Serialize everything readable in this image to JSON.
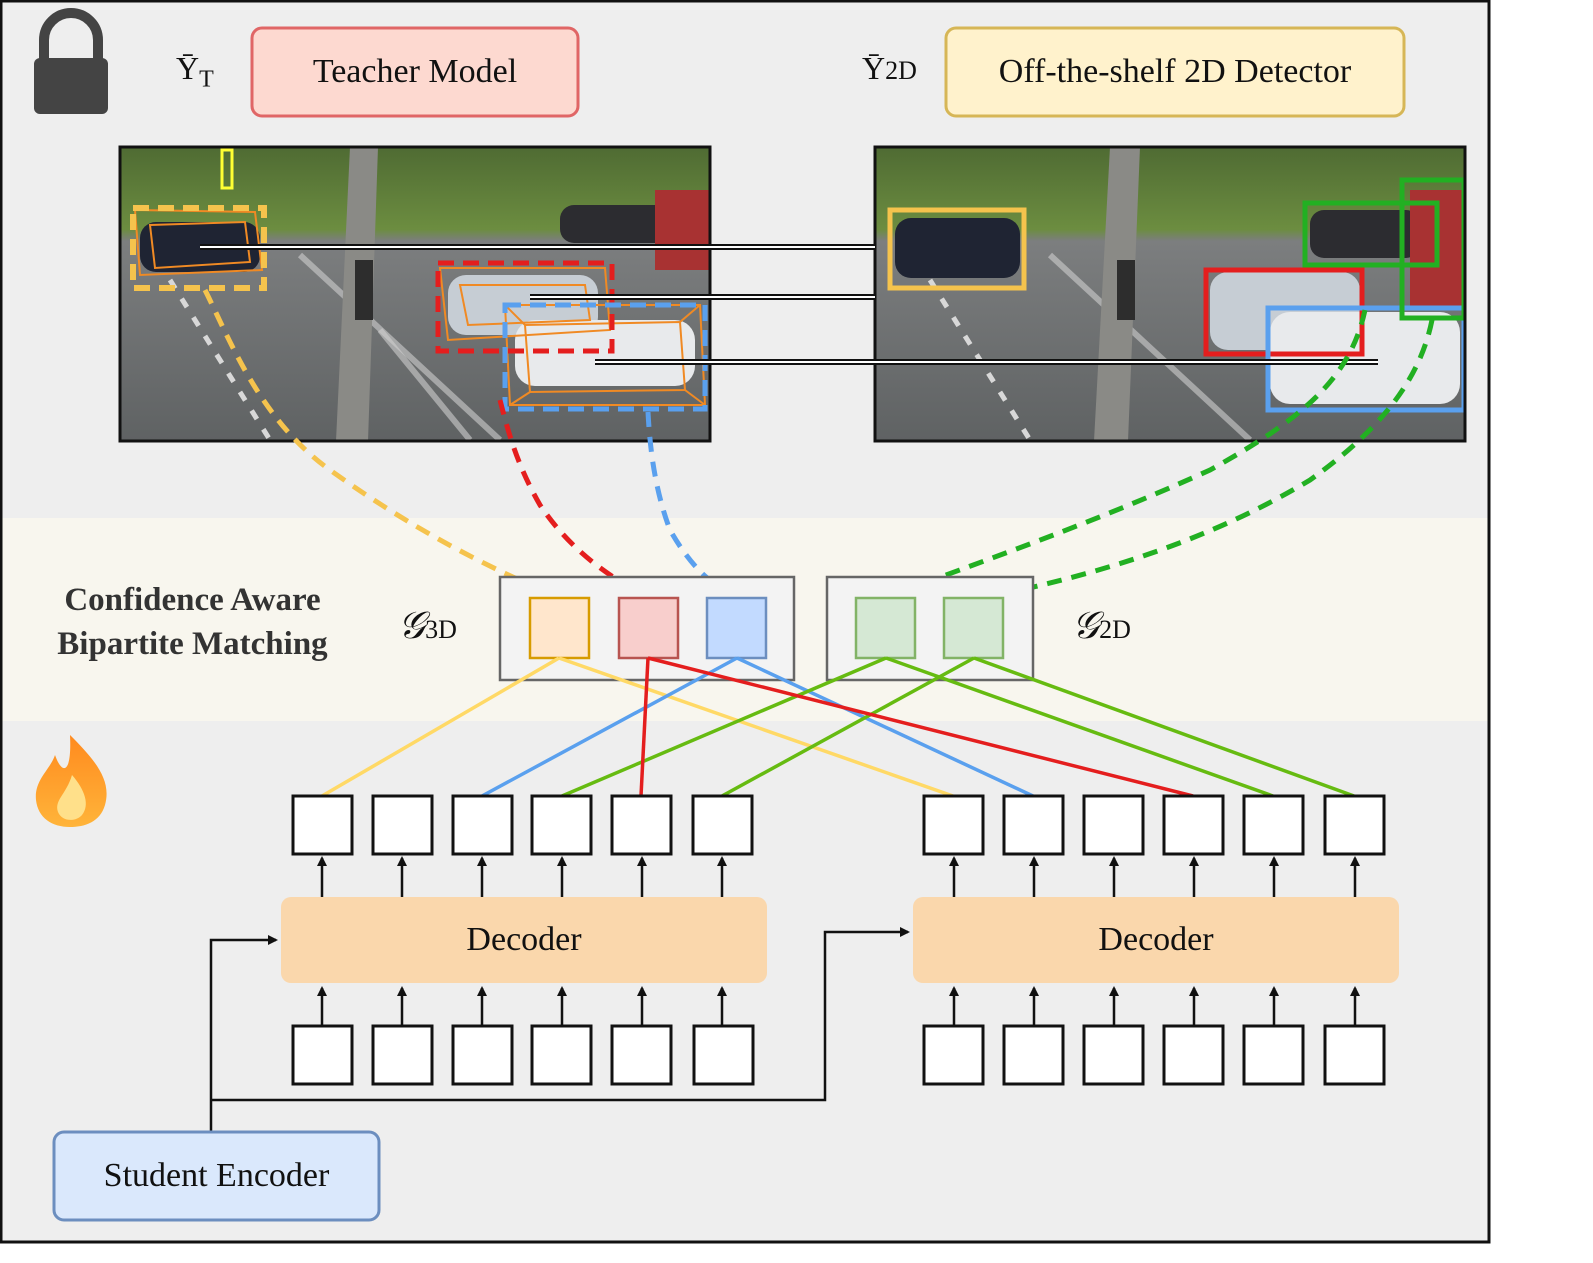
{
  "header": {
    "teacher_symbol": "Ȳ",
    "teacher_symbol_sub": "T",
    "teacher_label": "Teacher Model",
    "detector_symbol": "Ȳ",
    "detector_symbol_sub": "2D",
    "detector_label": "Off-the-shelf 2D Detector"
  },
  "matching": {
    "title_line1": "Confidence Aware",
    "title_line2": "Bipartite Matching",
    "g3d_symbol": "𝒢",
    "g3d_sub": "3D",
    "g2d_symbol": "𝒢",
    "g2d_sub": "2D"
  },
  "decoders": {
    "left_label": "Decoder",
    "right_label": "Decoder"
  },
  "encoder": {
    "label": "Student Encoder"
  },
  "icons": {
    "frozen": "lock-icon",
    "trainable": "fire-icon"
  },
  "colors": {
    "yellow": "#f5c34d",
    "red": "#e41e1e",
    "blue": "#5aa0ee",
    "green": "#22b022",
    "green_line": "#66bb11",
    "teacher_fill": "#fdd9d0",
    "teacher_stroke": "#e06666",
    "detector_fill": "#fff2cc",
    "detector_stroke": "#d6b656",
    "decoder_fill": "#fad7ac",
    "encoder_fill": "#dae8fc",
    "encoder_stroke": "#6c8ebf"
  }
}
